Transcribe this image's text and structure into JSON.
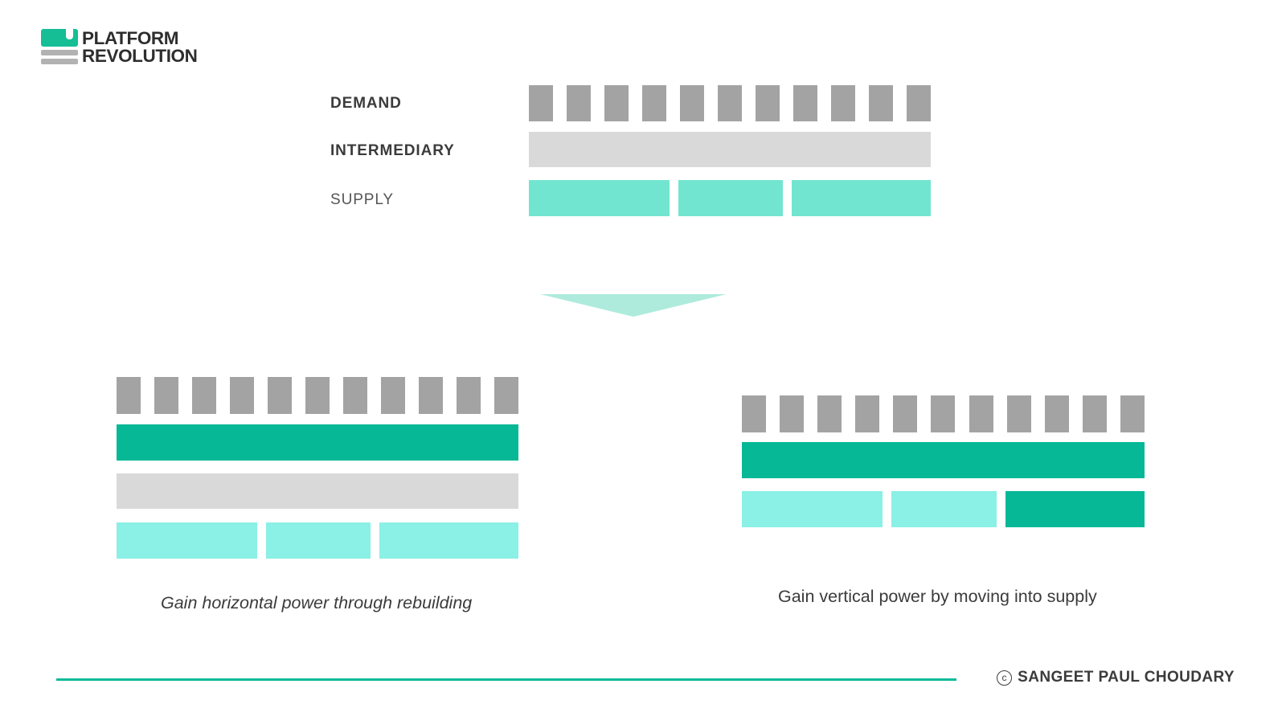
{
  "brand": {
    "logo_line_1": "PLATFORM",
    "logo_line_2": "REVOLUTION",
    "mark_color": "#15BE94",
    "mark_gray": "#b2b2b2"
  },
  "palette": {
    "demand_gray": "#a3a3a3",
    "intermediary_gray": "#d9d9d9",
    "supply_mint": "#72E5D0",
    "supply_mint_light": "#8BF0E5",
    "platform_green": "#06B896",
    "arrow_mint": "#AEEBDC",
    "rule_green": "#0CBA98",
    "text_dark": "#3b3b3b"
  },
  "top_diagram": {
    "name": "before-state",
    "rows": [
      {
        "key": "demand",
        "label": "DEMAND",
        "label_weight": "bold",
        "type": "units",
        "unit_count": 11,
        "color": "#a3a3a3"
      },
      {
        "key": "intermediary",
        "label": "INTERMEDIARY",
        "label_weight": "bold",
        "type": "single-bar",
        "color": "#d9d9d9"
      },
      {
        "key": "supply",
        "label": "SUPPLY",
        "label_weight": "regular",
        "type": "blocks",
        "blocks": [
          {
            "width_pct": 35.0,
            "gap_pct": 2.2,
            "color": "#72E5D0"
          },
          {
            "width_pct": 26.0,
            "gap_pct": 2.2,
            "color": "#72E5D0"
          },
          {
            "width_pct": 34.6,
            "gap_pct": 0,
            "color": "#72E5D0"
          }
        ]
      }
    ]
  },
  "arrow": {
    "name": "downward-transition-arrow",
    "direction": "down",
    "color": "#AEEBDC"
  },
  "bottom_left_diagram": {
    "name": "horizontal-power-state",
    "caption": "Gain horizontal power through rebuilding",
    "caption_style": "italic",
    "rows": [
      {
        "key": "demand",
        "type": "units",
        "unit_count": 11,
        "color": "#a3a3a3"
      },
      {
        "key": "platform",
        "type": "single-bar",
        "color": "#06B896"
      },
      {
        "key": "intermediary",
        "type": "single-bar",
        "color": "#d9d9d9"
      },
      {
        "key": "supply",
        "type": "blocks",
        "blocks": [
          {
            "width_pct": 35.0,
            "gap_pct": 2.2,
            "color": "#8BF0E5"
          },
          {
            "width_pct": 26.0,
            "gap_pct": 2.2,
            "color": "#8BF0E5"
          },
          {
            "width_pct": 34.6,
            "gap_pct": 0,
            "color": "#8BF0E5"
          }
        ]
      }
    ]
  },
  "bottom_right_diagram": {
    "name": "vertical-power-state",
    "caption": "Gain vertical  power by moving into supply",
    "caption_style": "normal",
    "rows": [
      {
        "key": "demand",
        "type": "units",
        "unit_count": 11,
        "color": "#a3a3a3"
      },
      {
        "key": "platform",
        "type": "single-bar",
        "color": "#06B896"
      },
      {
        "key": "supply",
        "type": "blocks",
        "blocks": [
          {
            "width_pct": 35.0,
            "gap_pct": 2.2,
            "color": "#8BF0E5"
          },
          {
            "width_pct": 26.0,
            "gap_pct": 2.2,
            "color": "#8BF0E5"
          },
          {
            "width_pct": 34.6,
            "gap_pct": 0,
            "color": "#06B896"
          }
        ]
      }
    ]
  },
  "footer": {
    "copyright_symbol": "c",
    "credit": "SANGEET PAUL CHOUDARY"
  }
}
